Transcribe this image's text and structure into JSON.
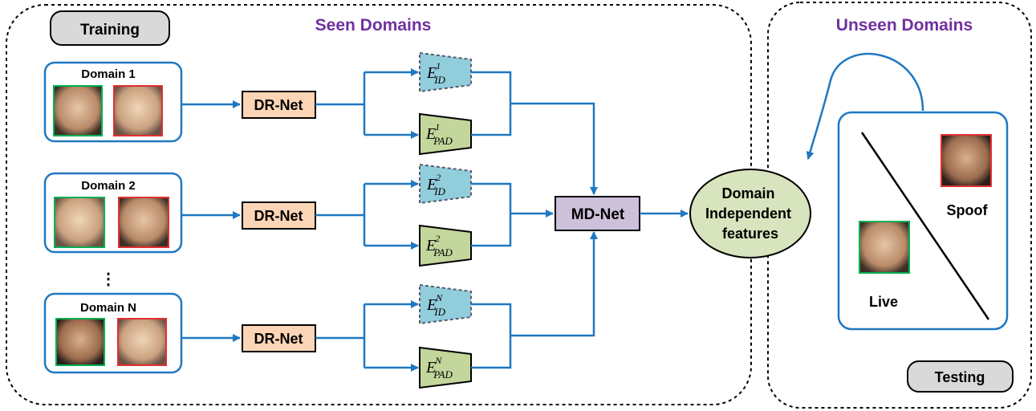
{
  "seen": {
    "title": "Seen Domains",
    "training_label": "Training",
    "domains": [
      {
        "label": "Domain 1",
        "dr_net": "DR-Net",
        "sup": "1"
      },
      {
        "label": "Domain 2",
        "dr_net": "DR-Net",
        "sup": "2"
      },
      {
        "label": "Domain N",
        "dr_net": "DR-Net",
        "sup": "N"
      }
    ],
    "ellipsis": "⋮",
    "encoder_letter": "E",
    "id_sub": "ID",
    "pad_sub": "PAD"
  },
  "md_net": "MD-Net",
  "features": {
    "line1": "Domain",
    "line2": "Independent",
    "line3": "features"
  },
  "unseen": {
    "title": "Unseen Domains",
    "testing_label": "Testing",
    "spoof_label": "Spoof",
    "live_label": "Live"
  },
  "colors": {
    "arrow": "#1f78c1",
    "title_purple": "#7030a0",
    "dr_net_fill": "#fbd5b5",
    "id_fill": "#92cddc",
    "pad_fill": "#c3d69b",
    "md_fill": "#ccc0da",
    "features_fill": "#d7e4bd",
    "label_fill": "#d9d9d9",
    "live_border": "#00b050",
    "spoof_border": "#e03030"
  }
}
